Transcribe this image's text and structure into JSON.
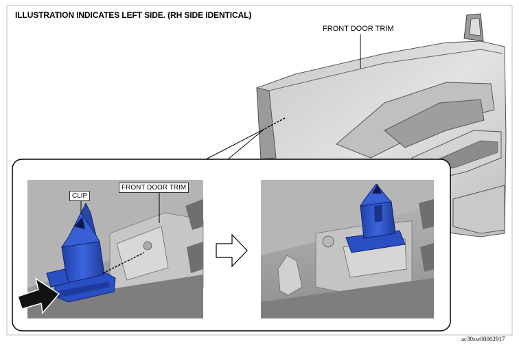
{
  "header": {
    "note": "ILLUSTRATION INDICATES LEFT SIDE. (RH SIDE IDENTICAL)"
  },
  "labels": {
    "front_door_trim_main": "FRONT DOOR TRIM",
    "clip": "CLIP",
    "front_door_trim_detail": "FRONT DOOR TRIM"
  },
  "footer": {
    "code": "ac30zw00002917"
  },
  "colors": {
    "clip_blue": "#2f56c8",
    "clip_dark": "#1c3486",
    "panel_gray": "#a9a9a9",
    "trim_light": "#d6d6d6",
    "trim_shadow": "#8a8a8a"
  },
  "icons": [
    "push-arrow-icon",
    "transition-arrow-icon"
  ]
}
